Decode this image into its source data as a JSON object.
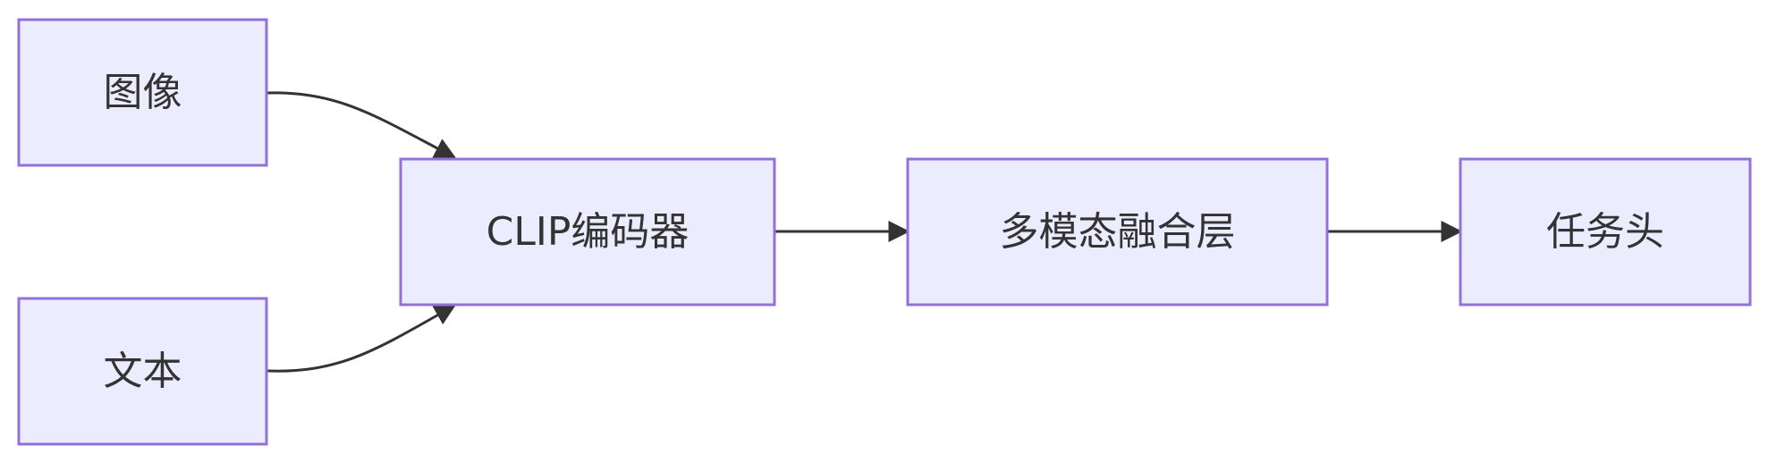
{
  "nodes": {
    "image": "图像",
    "text": "文本",
    "clip": "CLIP编码器",
    "fusion": "多模态融合层",
    "head": "任务头"
  },
  "edges": [
    {
      "from": "image",
      "to": "clip"
    },
    {
      "from": "text",
      "to": "clip"
    },
    {
      "from": "clip",
      "to": "fusion"
    },
    {
      "from": "fusion",
      "to": "head"
    }
  ]
}
